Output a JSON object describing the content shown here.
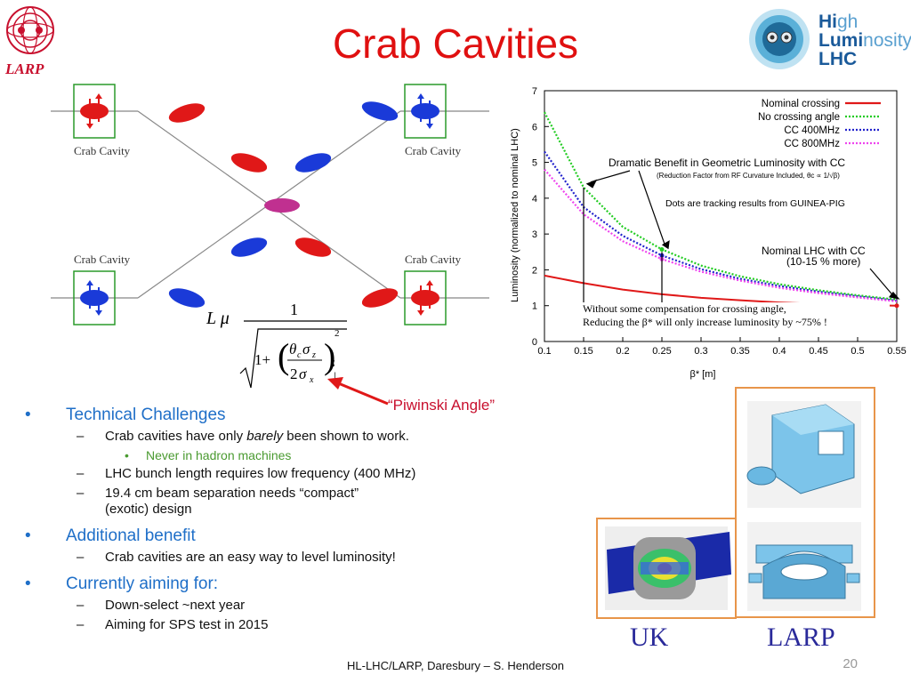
{
  "header": {
    "title": "Crab Cavities",
    "left_logo_label": "LARP",
    "right_logo": {
      "line1_a": "Hi",
      "line1_b": "gh",
      "line2_a": "Lumi",
      "line2_b": "nosity",
      "line3": "LHC"
    }
  },
  "diagram": {
    "cavity_labels": [
      "Crab Cavity",
      "Crab Cavity",
      "Crab Cavity",
      "Crab Cavity"
    ],
    "colors": {
      "red": "#e01818",
      "blue": "#1a3ad8",
      "overlap": "#c03090"
    }
  },
  "formula": {
    "lhs": "L μ",
    "numerator": "1",
    "one_plus": "1+",
    "theta": "θ",
    "sub_c": "c",
    "sigma": "σ",
    "sub_z": "z",
    "denom_two": "2",
    "sub_x": "x",
    "exponent": "2",
    "annotation": "“Piwinski Angle”"
  },
  "chart_data": {
    "type": "line",
    "title": "",
    "xlabel": "β* [m]",
    "ylabel": "Luminosity   (normalized to nominal LHC)",
    "xlim": [
      0.1,
      0.55
    ],
    "ylim": [
      0,
      7
    ],
    "x_ticks": [
      "0.1",
      "0.15",
      "0.2",
      "0.25",
      "0.3",
      "0.35",
      "0.4",
      "0.45",
      "0.5",
      "0.55"
    ],
    "y_ticks": [
      "0",
      "1",
      "2",
      "3",
      "4",
      "5",
      "6",
      "7"
    ],
    "x": [
      0.1,
      0.15,
      0.2,
      0.25,
      0.3,
      0.35,
      0.4,
      0.45,
      0.5,
      0.55
    ],
    "series": [
      {
        "name": "Nominal crossing",
        "color": "#e01818",
        "style": "solid",
        "values": [
          1.84,
          1.63,
          1.45,
          1.32,
          1.22,
          1.15,
          1.09,
          1.05,
          1.02,
          1.0
        ]
      },
      {
        "name": "No crossing angle",
        "color": "#22cc22",
        "style": "dotted",
        "values": [
          6.4,
          4.3,
          3.2,
          2.57,
          2.12,
          1.82,
          1.6,
          1.43,
          1.29,
          1.17
        ]
      },
      {
        "name": "CC 400MHz",
        "color": "#2222cc",
        "style": "dotted",
        "values": [
          5.3,
          3.75,
          2.95,
          2.4,
          2.02,
          1.75,
          1.55,
          1.39,
          1.26,
          1.14
        ]
      },
      {
        "name": "CC 800MHz",
        "color": "#ee44ee",
        "style": "dotted",
        "values": [
          4.8,
          3.55,
          2.8,
          2.3,
          1.95,
          1.7,
          1.5,
          1.35,
          1.23,
          1.12
        ]
      }
    ],
    "annotations": [
      "Dramatic Benefit in Geometric Luminosity with CC",
      "(Reduction Factor from RF Curvature Included, θc ∝ 1/√β)",
      "Dots are tracking results from GUINEA-PIG",
      "Nominal LHC with CC",
      "(10-15 % more)"
    ],
    "legend": "top-right"
  },
  "chart_note": {
    "line1": "Without some compensation for crossing angle,",
    "line2": "Reducing the β* will only increase luminosity by ~75% !"
  },
  "bullets": [
    {
      "text": "Technical Challenges",
      "children": [
        {
          "pre": "Crab cavities have only ",
          "em": "barely",
          "post": " been shown to work.",
          "children": [
            "Never in hadron machines"
          ]
        },
        {
          "pre": "LHC bunch length requires low frequency (400 MHz)",
          "em": "",
          "post": "",
          "children": []
        },
        {
          "pre": "19.4 cm beam separation needs “compact”",
          "line2": "(exotic) design",
          "em": "",
          "post": "",
          "children": []
        }
      ]
    },
    {
      "text": "Additional benefit",
      "children": [
        {
          "pre": "Crab cavities are an easy way to level luminosity!",
          "em": "",
          "post": "",
          "children": []
        }
      ]
    },
    {
      "text": "Currently aiming for:",
      "children": [
        {
          "pre": "Down-select ~next year",
          "em": "",
          "post": "",
          "children": []
        },
        {
          "pre": "Aiming for SPS test in 2015",
          "em": "",
          "post": "",
          "children": []
        }
      ]
    }
  ],
  "images": {
    "uk_label": "UK",
    "larp_label": "LARP",
    "frame_color": "#e8954a"
  },
  "footer": {
    "text": "HL-LHC/LARP, Daresbury  – S. Henderson",
    "page": "20"
  }
}
